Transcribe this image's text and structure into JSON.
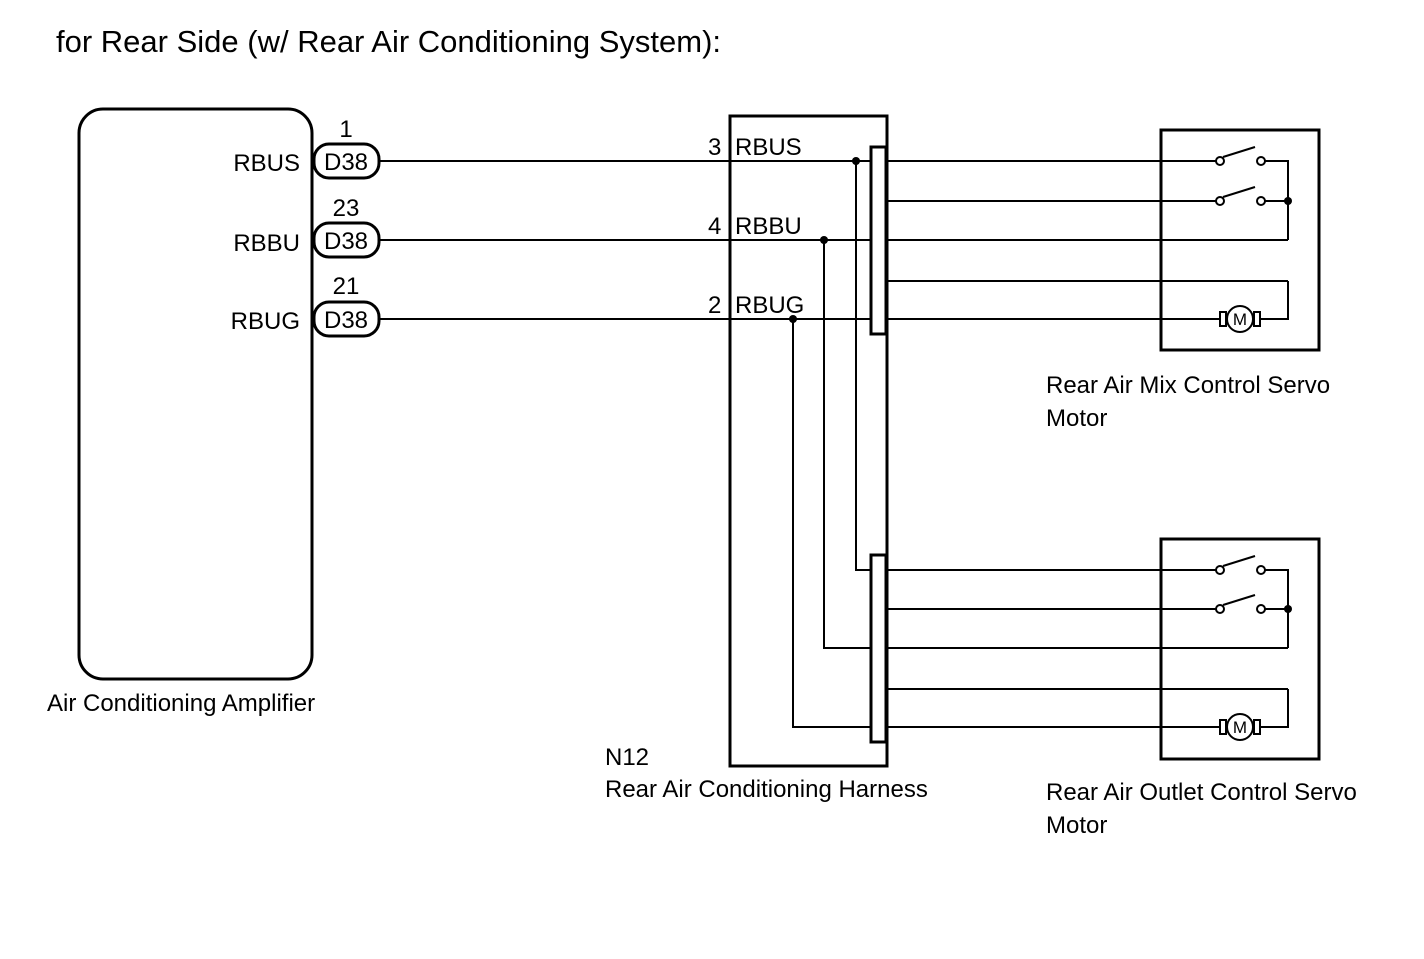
{
  "title": "for Rear Side (w/ Rear Air Conditioning System):",
  "amplifier": {
    "name": "Air Conditioning Amplifier",
    "pins": [
      {
        "label": "RBUS",
        "connector": "D38",
        "pin": "1"
      },
      {
        "label": "RBBU",
        "connector": "D38",
        "pin": "23"
      },
      {
        "label": "RBUG",
        "connector": "D38",
        "pin": "21"
      }
    ]
  },
  "harness": {
    "code": "N12",
    "name": "Rear Air Conditioning Harness",
    "pins": [
      {
        "pin": "3",
        "label": "RBUS"
      },
      {
        "pin": "4",
        "label": "RBBU"
      },
      {
        "pin": "2",
        "label": "RBUG"
      }
    ]
  },
  "servos": [
    {
      "line1": "Rear Air Mix Control Servo",
      "line2": "Motor",
      "motor_symbol": "M"
    },
    {
      "line1": "Rear Air Outlet Control Servo",
      "line2": "Motor",
      "motor_symbol": "M"
    }
  ]
}
